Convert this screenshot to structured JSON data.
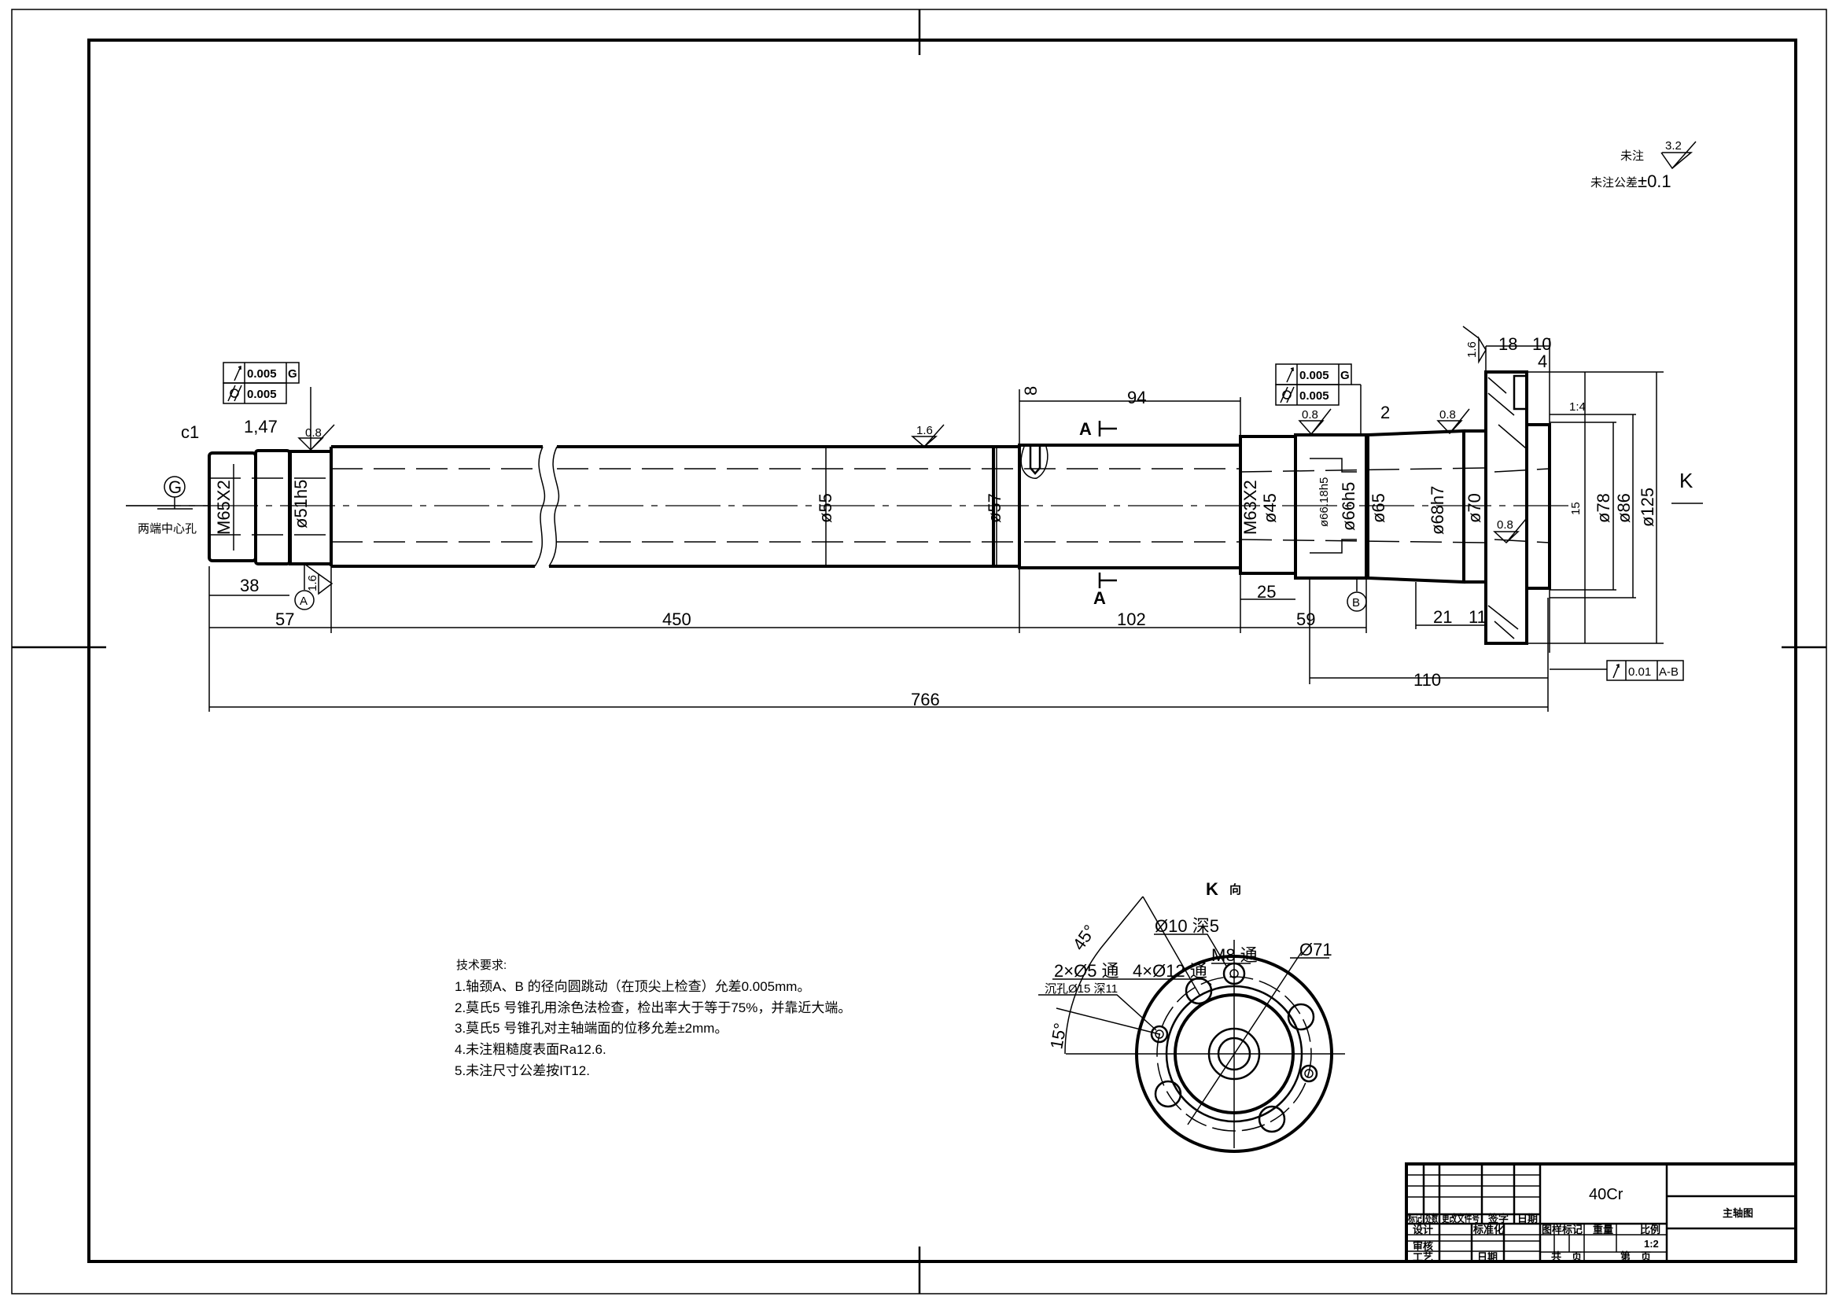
{
  "notes_top_right": {
    "surface_label": "未注",
    "surface_value": "3.2",
    "tolerance_label": "未注公差",
    "tolerance_value": "±0.1"
  },
  "datums": {
    "g": "G",
    "a": "A",
    "b": "B"
  },
  "center_hole_note": "两端中心孔",
  "gdt": {
    "left": {
      "runout": "0.005",
      "datum": "G",
      "cylindricity": "0.005"
    },
    "right": {
      "runout": "0.005",
      "datum": "G",
      "cylindricity": "0.005"
    },
    "flange": {
      "runout": "0.01",
      "datum": "A-B"
    }
  },
  "dims": {
    "c1": "c1",
    "d147": "1,47",
    "m65": "M65X2",
    "d51": "ø51h5",
    "d38": "38",
    "d57": "57",
    "d450": "450",
    "d55": "ø55",
    "d57dia": "ø57",
    "d8": "8",
    "d94": "94",
    "d102": "102",
    "m63": "M63X2",
    "d45": "ø45",
    "d6618": "ø66.18h5",
    "d66": "ø66h5",
    "d2": "2",
    "d25": "25",
    "d59": "59",
    "d65": "ø65",
    "d68": "ø68h7",
    "d70": "ø70",
    "d21": "21",
    "d11": "11",
    "d18": "18",
    "d10": "10",
    "d4": "4",
    "taper": "1:4",
    "d15": "15",
    "d78": "ø78",
    "d86": "ø86",
    "d125": "ø125",
    "d110": "110",
    "d766": "766"
  },
  "roughness": {
    "r08": "0.8",
    "r16": "1.6"
  },
  "section_label": "A",
  "view_k": {
    "arrow_label": "K",
    "title": "K",
    "title_suffix": "向"
  },
  "k_view": {
    "angle_45": "45°",
    "angle_15": "15°",
    "hole_10": "Ø10  深5",
    "m8": "M8 通",
    "d71": "Ø71",
    "holes_5": "2×Ø5 通",
    "holes_12": "4×Ø12 通",
    "counterbore": "沉孔Ø15  深11"
  },
  "tech_req": {
    "title": "技术要求:",
    "items": [
      "1.轴颈A、B 的径向圆跳动（在顶尖上检查）允差0.005mm。",
      "2.莫氏5 号锥孔用涂色法检查，检出率大于等于75%，并靠近大端。",
      "3.莫氏5 号锥孔对主轴端面的位移允差±2mm。",
      "4.未注粗糙度表面Ra12.6.",
      "5.未注尺寸公差按IT12."
    ]
  },
  "title_block": {
    "material": "40Cr",
    "drawing_name": "主轴图",
    "scale": "1:2",
    "labels": {
      "mark": "标记",
      "count": "处数",
      "change_doc": "更改文件号",
      "sign": "签字",
      "date": "日期",
      "design": "设计",
      "standard": "标准化",
      "review": "审核",
      "process": "工艺",
      "date2": "日期",
      "drawing_mark": "图样标记",
      "weight": "重量",
      "scale": "比例",
      "total": "共　页",
      "sheet": "第　页"
    }
  }
}
